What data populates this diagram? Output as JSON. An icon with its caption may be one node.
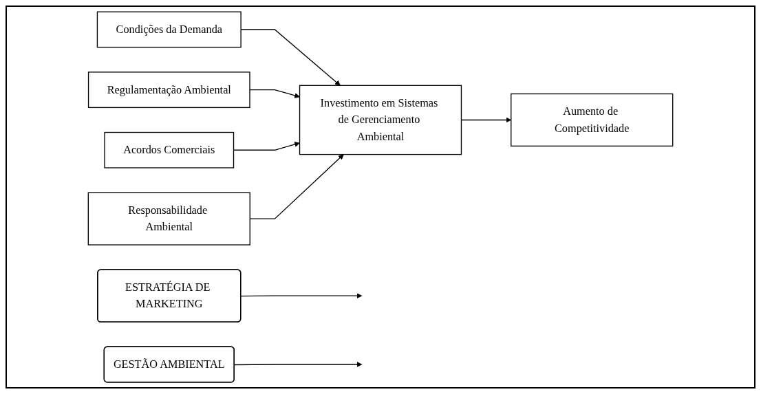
{
  "diagram": {
    "nodes": [
      {
        "text": [
          "Condições da Demanda"
        ]
      },
      {
        "text": [
          "Regulamentação Ambiental"
        ]
      },
      {
        "text": [
          "Acordos Comerciais"
        ]
      },
      {
        "text": [
          "Responsabilidade Ambiental"
        ]
      },
      {
        "text": [
          "Investimento em Sistemas de Gerenciamento Ambiental"
        ]
      },
      {
        "text": [
          "ESTRATÉGIA DE MARKETING"
        ]
      },
      {
        "text": [
          "Aumento de Competitividade"
        ]
      },
      {
        "text": [
          "GESTÃO AMBIENTAL"
        ]
      }
    ],
    "edges": [
      {
        "from": 0,
        "to": 4,
        "arrow": "to"
      },
      {
        "from": 1,
        "to": 4,
        "arrow": "to"
      },
      {
        "from": 2,
        "to": 4,
        "arrow": "to"
      },
      {
        "from": 3,
        "to": 4,
        "arrow": "to"
      },
      {
        "from": 4,
        "to": 6,
        "arrow": "to"
      },
      {
        "from": 5,
        "to": null,
        "arrow": "to"
      },
      {
        "from": 7,
        "to": null,
        "arrow": "to"
      }
    ]
  }
}
